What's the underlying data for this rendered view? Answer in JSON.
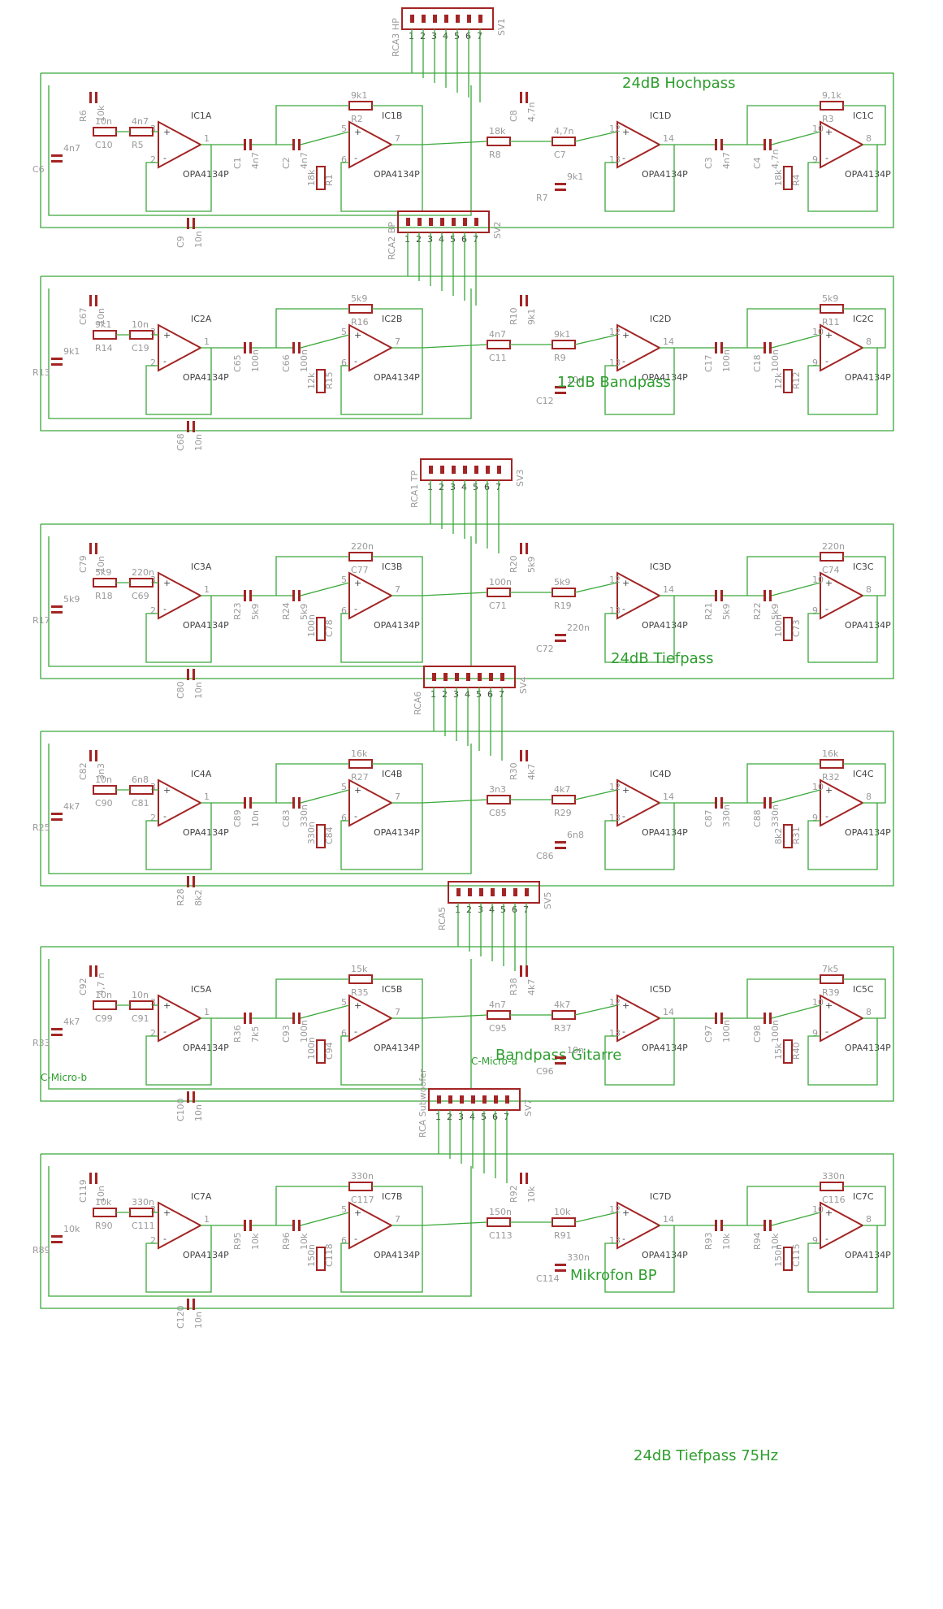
{
  "sections": [
    {
      "id": "hochpass",
      "title": "24dB Hochpass",
      "connector": {
        "name": "SV1",
        "label": "RCA3 HP",
        "pins": [
          "1",
          "2",
          "3",
          "4",
          "5",
          "6",
          "7"
        ]
      },
      "opamps": [
        {
          "name": "IC1A",
          "type": "OPA4134P",
          "pins": [
            "3",
            "2",
            "1"
          ]
        },
        {
          "name": "IC1B",
          "type": "OPA4134P",
          "pins": [
            "5",
            "6",
            "7"
          ]
        },
        {
          "name": "IC1D",
          "type": "OPA4134P",
          "pins": [
            "12",
            "13",
            "14"
          ]
        },
        {
          "name": "IC1C",
          "type": "OPA4134P",
          "pins": [
            "10",
            "9",
            "8"
          ]
        }
      ],
      "parts": [
        {
          "name": "C10",
          "value": "10n"
        },
        {
          "name": "R6",
          "value": "10k"
        },
        {
          "name": "C5",
          "value": "4n7"
        },
        {
          "name": "C6",
          "value": "4n7"
        },
        {
          "name": "R5",
          "value": "4n7"
        },
        {
          "name": "C1",
          "value": "4n7"
        },
        {
          "name": "C2",
          "value": "4n7"
        },
        {
          "name": "R1",
          "value": "18k"
        },
        {
          "name": "R2",
          "value": "9k1"
        },
        {
          "name": "C9",
          "value": "10n"
        },
        {
          "name": "R8",
          "value": "18k"
        },
        {
          "name": "C8",
          "value": "4,7n"
        },
        {
          "name": "C7",
          "value": "4,7n"
        },
        {
          "name": "R7",
          "value": "9k1"
        },
        {
          "name": "C3",
          "value": "4n7"
        },
        {
          "name": "C4",
          "value": "4,7n"
        },
        {
          "name": "R4",
          "value": "18k"
        },
        {
          "name": "R3",
          "value": "9,1k"
        }
      ]
    },
    {
      "id": "bandpass12",
      "title": "12dB Bandpass",
      "connector": {
        "name": "SV2",
        "label": "RCA2 BP",
        "pins": [
          "1",
          "2",
          "3",
          "4",
          "5",
          "6",
          "7"
        ]
      },
      "opamps": [
        {
          "name": "IC2A",
          "type": "OPA4134P",
          "pins": [
            "3",
            "2",
            "1"
          ]
        },
        {
          "name": "IC2B",
          "type": "OPA4134P",
          "pins": [
            "5",
            "6",
            "7"
          ]
        },
        {
          "name": "IC2D",
          "type": "OPA4134P",
          "pins": [
            "12",
            "13",
            "14"
          ]
        },
        {
          "name": "IC2C",
          "type": "OPA4134P",
          "pins": [
            "10",
            "9",
            "8"
          ]
        }
      ],
      "parts": [
        {
          "name": "R14",
          "value": "9k1"
        },
        {
          "name": "C67",
          "value": "10n"
        },
        {
          "name": "C20",
          "value": "4,7 n"
        },
        {
          "name": "R13",
          "value": "9k1"
        },
        {
          "name": "C19",
          "value": "10n"
        },
        {
          "name": "C65",
          "value": "100n"
        },
        {
          "name": "C66",
          "value": "100n"
        },
        {
          "name": "R15",
          "value": "12k"
        },
        {
          "name": "R16",
          "value": "5k9"
        },
        {
          "name": "C68",
          "value": "10n"
        },
        {
          "name": "C11",
          "value": "4n7"
        },
        {
          "name": "R10",
          "value": "9k1"
        },
        {
          "name": "R9",
          "value": "9k1"
        },
        {
          "name": "C12",
          "value": "10n"
        },
        {
          "name": "C17",
          "value": "100n"
        },
        {
          "name": "C18",
          "value": "100n"
        },
        {
          "name": "R12",
          "value": "12k"
        },
        {
          "name": "R11",
          "value": "5k9"
        }
      ]
    },
    {
      "id": "tiefpass24",
      "title": "24dB Tiefpass",
      "connector": {
        "name": "SV3",
        "label": "RCA1 TP",
        "pins": [
          "1",
          "2",
          "3",
          "4",
          "5",
          "6",
          "7"
        ]
      },
      "opamps": [
        {
          "name": "IC3A",
          "type": "OPA4134P",
          "pins": [
            "3",
            "2",
            "1"
          ]
        },
        {
          "name": "IC3B",
          "type": "OPA4134P",
          "pins": [
            "5",
            "6",
            "7"
          ]
        },
        {
          "name": "IC3D",
          "type": "OPA4134P",
          "pins": [
            "12",
            "13",
            "14"
          ]
        },
        {
          "name": "IC3C",
          "type": "OPA4134P",
          "pins": [
            "10",
            "9",
            "8"
          ]
        }
      ],
      "parts": [
        {
          "name": "R18",
          "value": "5k9"
        },
        {
          "name": "C79",
          "value": "10n"
        },
        {
          "name": "C70",
          "value": "100n"
        },
        {
          "name": "R17",
          "value": "5k9"
        },
        {
          "name": "C69",
          "value": "220n"
        },
        {
          "name": "R23",
          "value": "5k9"
        },
        {
          "name": "R24",
          "value": "5k9"
        },
        {
          "name": "C78",
          "value": "100n"
        },
        {
          "name": "C77",
          "value": "220n"
        },
        {
          "name": "C80",
          "value": "10n"
        },
        {
          "name": "C71",
          "value": "100n"
        },
        {
          "name": "R20",
          "value": "5k9"
        },
        {
          "name": "R19",
          "value": "5k9"
        },
        {
          "name": "C72",
          "value": "220n"
        },
        {
          "name": "R21",
          "value": "5k9"
        },
        {
          "name": "R22",
          "value": "5k9"
        },
        {
          "name": "C73",
          "value": "100n"
        },
        {
          "name": "C74",
          "value": "220n"
        }
      ]
    },
    {
      "id": "gitarre",
      "title": "Bandpass Gitarre",
      "connector": {
        "name": "SV4",
        "label": "RCA6",
        "pins": [
          "1",
          "2",
          "3",
          "4",
          "5",
          "6",
          "7"
        ]
      },
      "opamps": [
        {
          "name": "IC4A",
          "type": "OPA4134P",
          "pins": [
            "3",
            "2",
            "1"
          ]
        },
        {
          "name": "IC4B",
          "type": "OPA4134P",
          "pins": [
            "5",
            "6",
            "7"
          ]
        },
        {
          "name": "IC4D",
          "type": "OPA4134P",
          "pins": [
            "12",
            "13",
            "14"
          ]
        },
        {
          "name": "IC4C",
          "type": "OPA4134P",
          "pins": [
            "10",
            "9",
            "8"
          ]
        }
      ],
      "parts": [
        {
          "name": "C90",
          "value": "10n"
        },
        {
          "name": "C82",
          "value": "3n3"
        },
        {
          "name": "R26",
          "value": "4k7"
        },
        {
          "name": "R25",
          "value": "4k7"
        },
        {
          "name": "C81",
          "value": "6n8"
        },
        {
          "name": "C89",
          "value": "10n"
        },
        {
          "name": "C83",
          "value": "330n"
        },
        {
          "name": "C84",
          "value": "330n"
        },
        {
          "name": "R27",
          "value": "16k"
        },
        {
          "name": "R28",
          "value": "8k2"
        },
        {
          "name": "C85",
          "value": "3n3"
        },
        {
          "name": "R30",
          "value": "4k7"
        },
        {
          "name": "R29",
          "value": "4k7"
        },
        {
          "name": "C86",
          "value": "6n8"
        },
        {
          "name": "C87",
          "value": "330n"
        },
        {
          "name": "C88",
          "value": "330n"
        },
        {
          "name": "R31",
          "value": "8k2"
        },
        {
          "name": "R32",
          "value": "16k"
        }
      ]
    },
    {
      "id": "mikrofon",
      "title": "Mikrofon BP",
      "connector": {
        "name": "SV5",
        "label": "RCA5",
        "pins": [
          "1",
          "2",
          "3",
          "4",
          "5",
          "6",
          "7"
        ]
      },
      "net_labels": [
        "C-Micro-b",
        "C-Micro-a"
      ],
      "opamps": [
        {
          "name": "IC5A",
          "type": "OPA4134P",
          "pins": [
            "3",
            "2",
            "1"
          ]
        },
        {
          "name": "IC5B",
          "type": "OPA4134P",
          "pins": [
            "5",
            "6",
            "7"
          ]
        },
        {
          "name": "IC5D",
          "type": "OPA4134P",
          "pins": [
            "12",
            "13",
            "14"
          ]
        },
        {
          "name": "IC5C",
          "type": "OPA4134P",
          "pins": [
            "10",
            "9",
            "8"
          ]
        }
      ],
      "parts": [
        {
          "name": "C99",
          "value": "10n"
        },
        {
          "name": "C92",
          "value": "4,7 n"
        },
        {
          "name": "R34",
          "value": "4k7"
        },
        {
          "name": "R33",
          "value": "4k7"
        },
        {
          "name": "C91",
          "value": "10n"
        },
        {
          "name": "R36",
          "value": "7k5"
        },
        {
          "name": "C93",
          "value": "100n"
        },
        {
          "name": "C94",
          "value": "100n"
        },
        {
          "name": "R35",
          "value": "15k"
        },
        {
          "name": "C100",
          "value": "10n"
        },
        {
          "name": "C95",
          "value": "4n7"
        },
        {
          "name": "R38",
          "value": "4k7"
        },
        {
          "name": "R37",
          "value": "4k7"
        },
        {
          "name": "C96",
          "value": "10n"
        },
        {
          "name": "C97",
          "value": "100n"
        },
        {
          "name": "C98",
          "value": "100n"
        },
        {
          "name": "R40",
          "value": "15k"
        },
        {
          "name": "R39",
          "value": "7k5"
        }
      ]
    },
    {
      "id": "subwoofer",
      "title": "24dB Tiefpass 75Hz",
      "connector": {
        "name": "SV7",
        "label": "RCA Subwoofer",
        "pins": [
          "1",
          "2",
          "3",
          "4",
          "5",
          "6",
          "7"
        ]
      },
      "opamps": [
        {
          "name": "IC7A",
          "type": "OPA4134P",
          "pins": [
            "3",
            "2",
            "1"
          ]
        },
        {
          "name": "IC7B",
          "type": "OPA4134P",
          "pins": [
            "5",
            "6",
            "7"
          ]
        },
        {
          "name": "IC7D",
          "type": "OPA4134P",
          "pins": [
            "12",
            "13",
            "14"
          ]
        },
        {
          "name": "IC7C",
          "type": "OPA4134P",
          "pins": [
            "10",
            "9",
            "8"
          ]
        }
      ],
      "parts": [
        {
          "name": "R90",
          "value": "10k"
        },
        {
          "name": "C119",
          "value": "10n"
        },
        {
          "name": "C112",
          "value": "150n"
        },
        {
          "name": "R89",
          "value": "10k"
        },
        {
          "name": "C111",
          "value": "330n"
        },
        {
          "name": "R95",
          "value": "10k"
        },
        {
          "name": "R96",
          "value": "10k"
        },
        {
          "name": "C118",
          "value": "150n"
        },
        {
          "name": "C117",
          "value": "330n"
        },
        {
          "name": "C120",
          "value": "10n"
        },
        {
          "name": "C113",
          "value": "150n"
        },
        {
          "name": "R92",
          "value": "10k"
        },
        {
          "name": "R91",
          "value": "10k"
        },
        {
          "name": "C114",
          "value": "330n"
        },
        {
          "name": "R93",
          "value": "10k"
        },
        {
          "name": "R94",
          "value": "10k"
        },
        {
          "name": "C115",
          "value": "150n"
        },
        {
          "name": "C116",
          "value": "330n"
        }
      ]
    }
  ]
}
